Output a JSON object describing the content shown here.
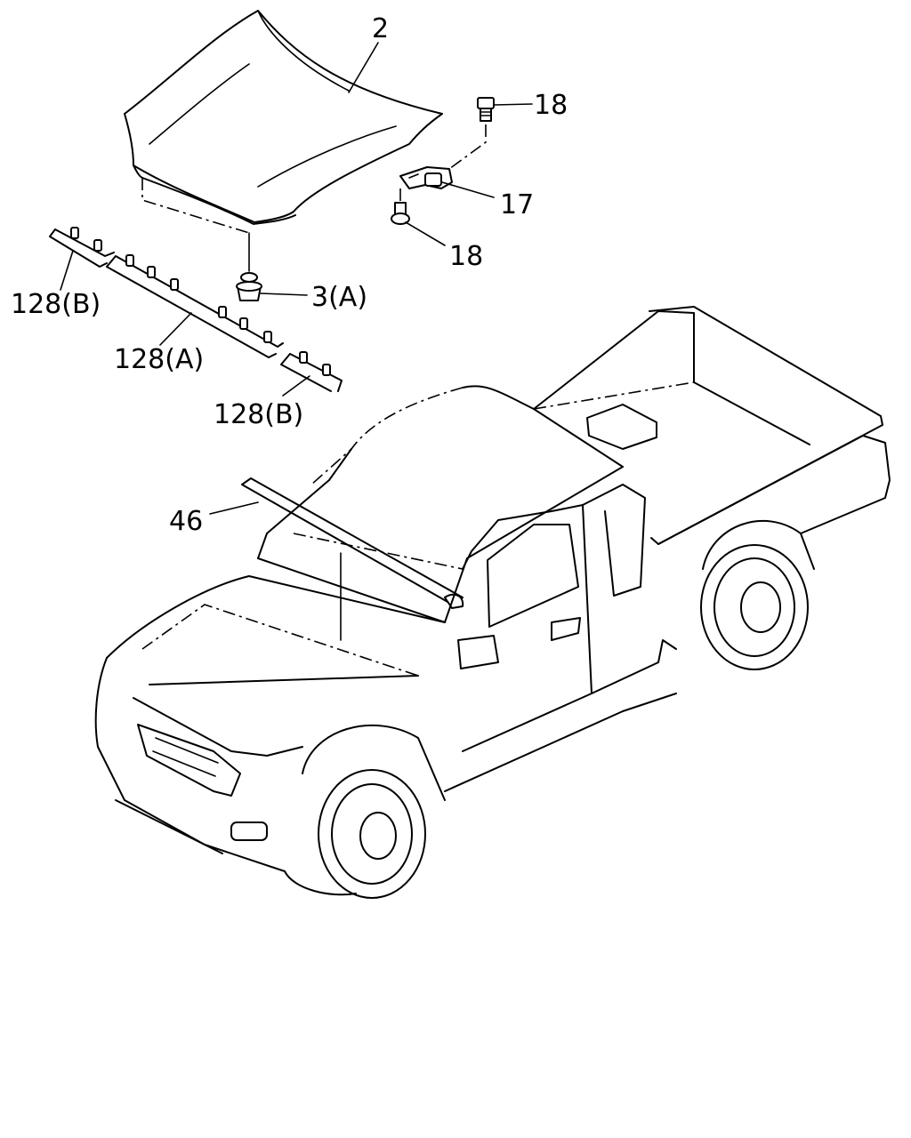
{
  "callouts": {
    "hood": "2",
    "bolt_upper": "18",
    "hinge": "17",
    "bolt_lower": "18",
    "bumper_rubber": "3(A)",
    "seal_left_b": "128(B)",
    "seal_center_a": "128(A)",
    "seal_right_b": "128(B)",
    "weatherstrip": "46"
  }
}
